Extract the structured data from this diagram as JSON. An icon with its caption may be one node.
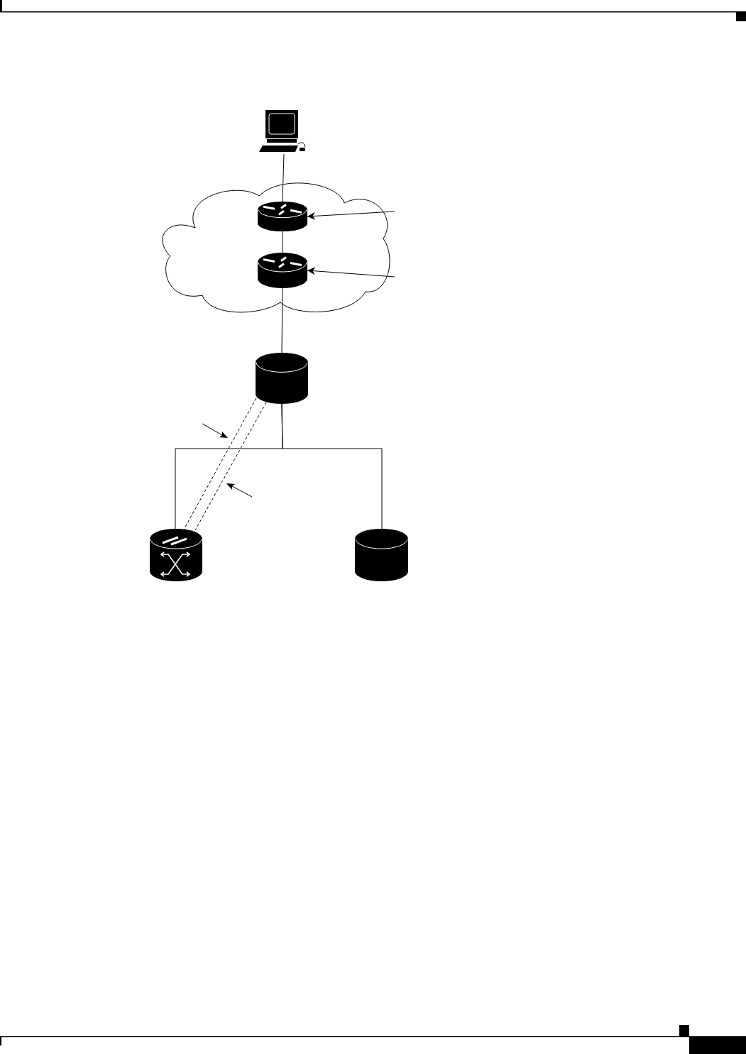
{
  "diagram": {
    "nodes": [
      {
        "text": [],
        "shape": "computer"
      },
      {
        "text": [],
        "shape": "cloud"
      },
      {
        "text": [],
        "shape": "router",
        "in": 1
      },
      {
        "text": [],
        "shape": "router",
        "in": 1
      },
      {
        "text": [],
        "shape": "cylinder"
      },
      {
        "text": [],
        "shape": "switch"
      },
      {
        "text": [],
        "shape": "cylinder"
      }
    ],
    "edges": [
      {
        "from": 0,
        "to": 2,
        "arrow": "none"
      },
      {
        "from": 2,
        "to": 3,
        "arrow": "none"
      },
      {
        "from": 3,
        "to": 4,
        "arrow": "none"
      },
      {
        "from": 4,
        "to": 5,
        "arrow": "none"
      },
      {
        "from": 4,
        "to": 6,
        "arrow": "none"
      },
      {
        "from": 4,
        "to": 5,
        "arrow": "none",
        "style": "dashed"
      },
      {
        "from": 4,
        "to": 5,
        "arrow": "none",
        "style": "dashed"
      },
      {
        "from": null,
        "to": 2,
        "arrow": "to"
      },
      {
        "from": null,
        "to": 3,
        "arrow": "to"
      }
    ]
  }
}
